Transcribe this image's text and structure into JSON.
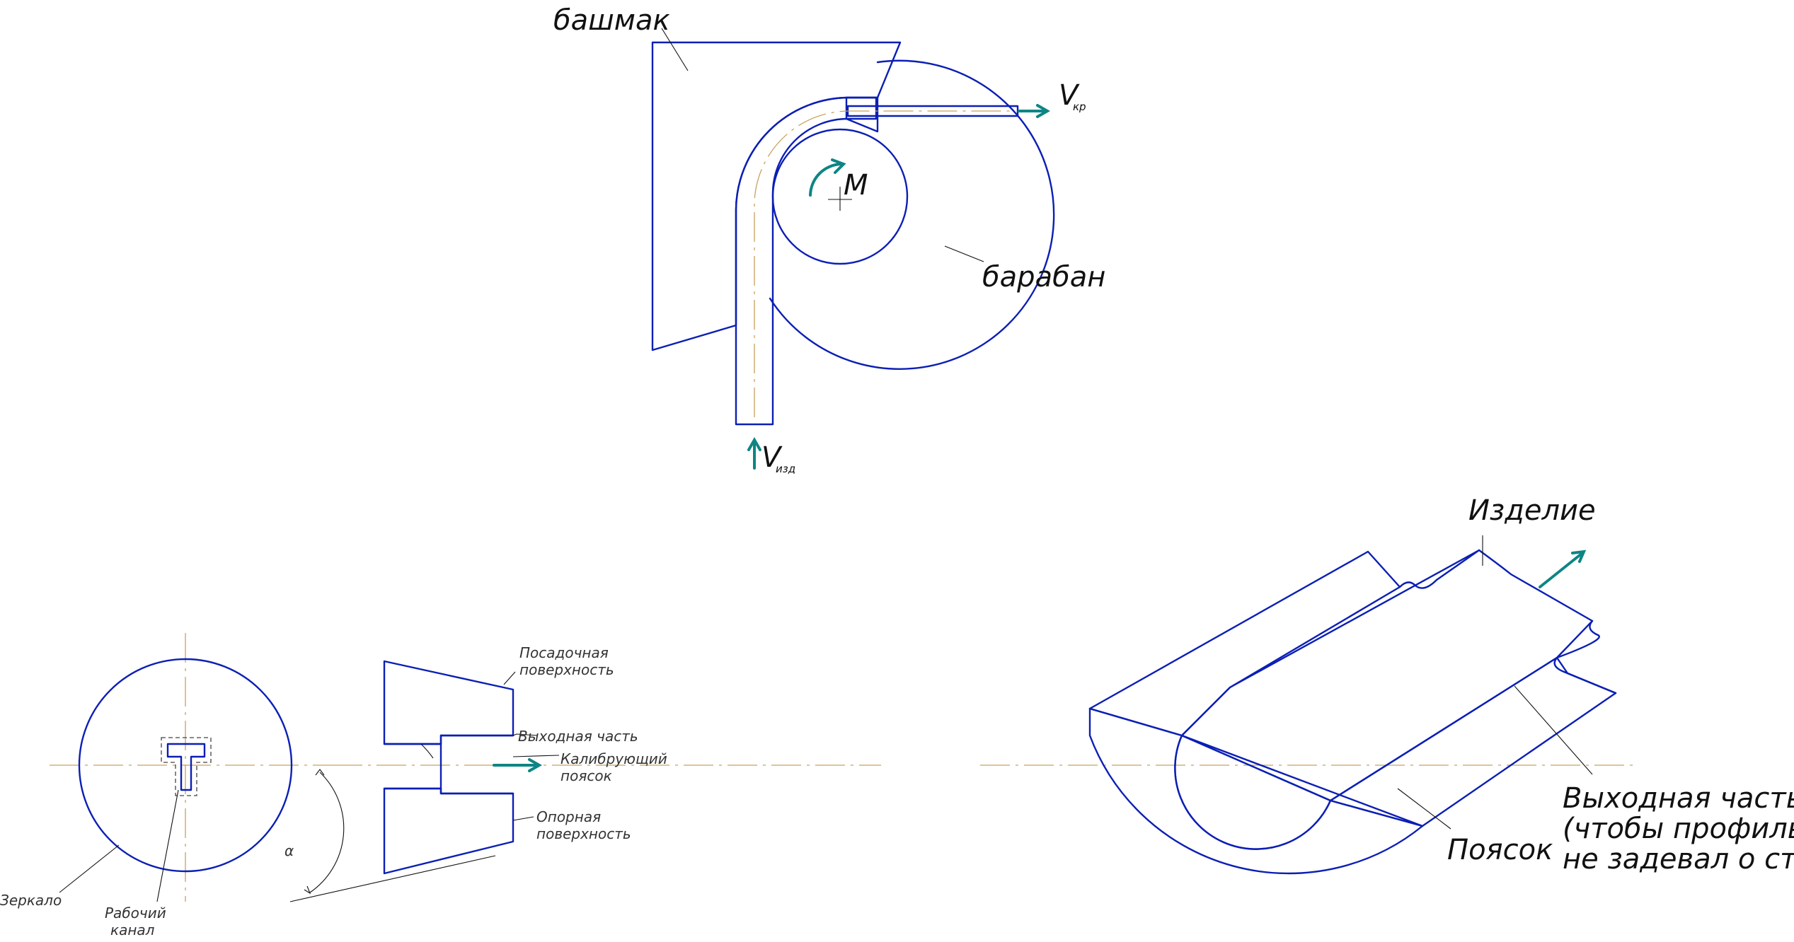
{
  "diagram": {
    "labels": {
      "bashmak": "башмак",
      "baraban": "барабан",
      "moment": "M",
      "v": "V",
      "v_kr_sub": "кр",
      "v_izd_sub": "изд",
      "zerkalo": "Зеркало",
      "rabochiy_1": "Рабочий",
      "rabochiy_2": "канал",
      "posadochnaya_1": "Посадочная",
      "posadochnaya_2": "поверхность",
      "vykhodnaya_small": "Выходная часть",
      "kalibruyushchiy_1": "Калибрующий",
      "kalibruyushchiy_2": "поясок",
      "opornaya_1": "Опорная",
      "opornaya_2": "поверхность",
      "alpha": "α",
      "izdelie": "Изделие",
      "poyasok": "Поясок",
      "vykhodnaya_1": "Выходная часть",
      "vykhodnaya_2": "(чтобы профиль",
      "vykhodnaya_3": "не задевал о стенки)"
    },
    "colors": {
      "outline": "#0b1fb4",
      "axis": "#c9a15a",
      "arrow": "#0e8585",
      "hatch": "#222222"
    }
  }
}
